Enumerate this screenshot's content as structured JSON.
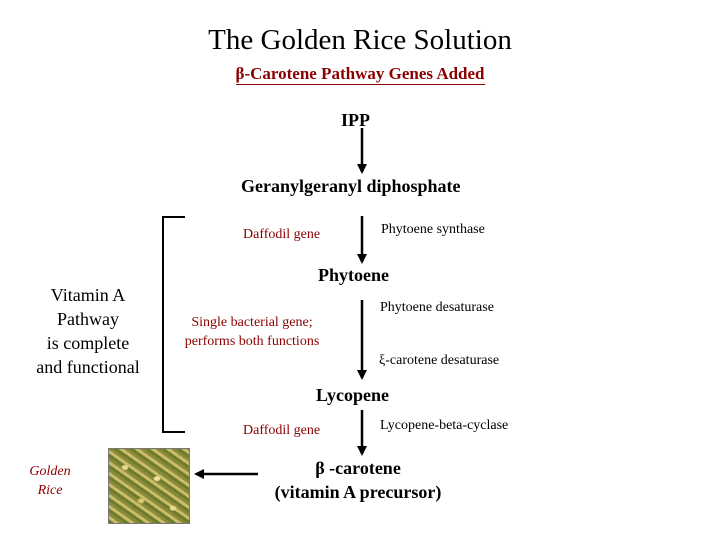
{
  "title": "The Golden Rice Solution",
  "subtitle": "β-Carotene Pathway Genes Added",
  "molecules": {
    "ipp": "IPP",
    "ggpp": "Geranylgeranyl diphosphate",
    "phytoene": "Phytoene",
    "lycopene": "Lycopene",
    "beta_carotene_line1": "β -carotene",
    "beta_carotene_line2": "(vitamin A precursor)"
  },
  "enzymes": {
    "phytoene_synthase": "Phytoene synthase",
    "phytoene_desaturase": "Phytoene desaturase",
    "zeta_carotene_desaturase": "ξ-carotene desaturase",
    "lycopene_beta_cyclase": "Lycopene-beta-cyclase"
  },
  "genes": {
    "daffodil_1": "Daffodil gene",
    "bacterial_line1": "Single bacterial gene;",
    "bacterial_line2": "performs both functions",
    "daffodil_2": "Daffodil gene"
  },
  "vitamin_a": {
    "line1": "Vitamin A",
    "line2": "Pathway",
    "line3": "is complete",
    "line4": "and functional"
  },
  "golden_rice": {
    "line1": "Golden",
    "line2": "Rice"
  },
  "colors": {
    "accent": "#8b0000",
    "text": "#000000",
    "background": "#ffffff"
  }
}
